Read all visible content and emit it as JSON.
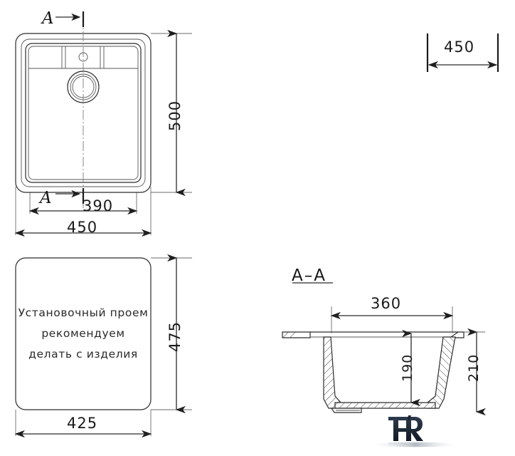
{
  "document": {
    "kind": "technical-drawing",
    "subject": "kitchen-sink-dimensions",
    "background_color": "#ffffff",
    "line_color": "#2b2b2b",
    "text_color": "#1b1b1b"
  },
  "views": {
    "top_view": {
      "name": "top-view",
      "section_marker_top": "A",
      "section_marker_bottom": "A",
      "dimensions": {
        "height": "500",
        "bowl_width": "390",
        "overall_width": "450"
      }
    },
    "cutout_view": {
      "name": "installation-cutout-view",
      "note_line_1": "Установочный проем",
      "note_line_2": "рекомендуем",
      "note_line_3": "делать с изделия",
      "dimensions": {
        "height": "475",
        "width": "425"
      }
    },
    "depth_dimension": {
      "name": "depth-dimension-top-right",
      "value": "450"
    },
    "section_view": {
      "name": "section-a-a",
      "title": "A–A",
      "dimensions": {
        "inner_width": "360",
        "bowl_depth": "190",
        "overall_depth": "210"
      }
    }
  },
  "logo": {
    "name": "fr-brand-logo",
    "text": "FR",
    "color": "#25313f"
  }
}
